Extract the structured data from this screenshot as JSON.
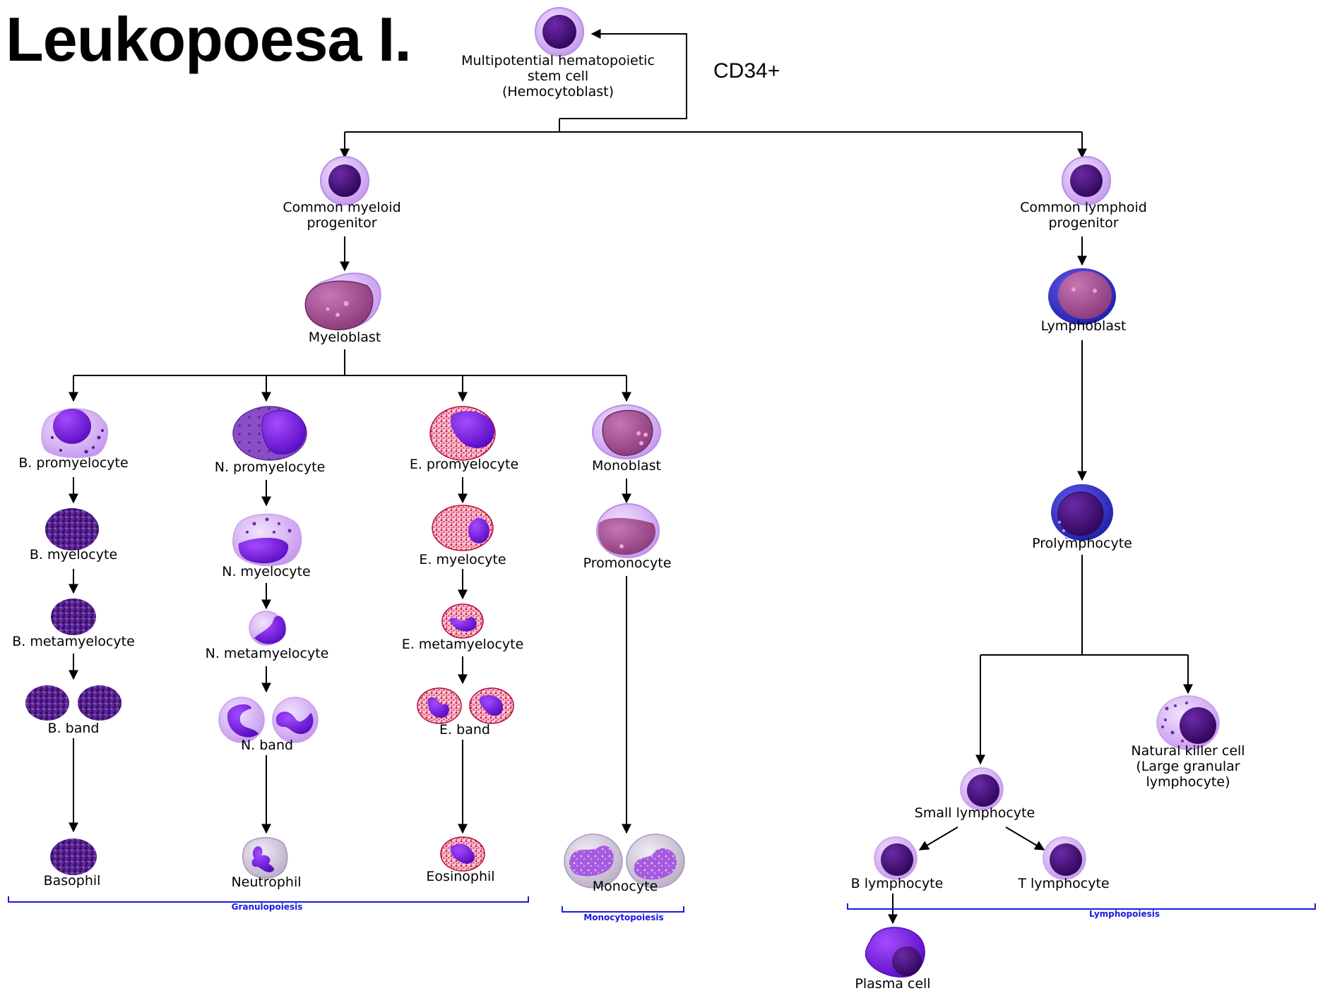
{
  "title": "Leukopoesa I.",
  "marker": "CD34+",
  "cells": {
    "hsc": "Multipotential hematopoietic\nstem cell\n(Hemocytoblast)",
    "cmp": "Common myeloid\nprogenitor",
    "clp": "Common lymphoid\nprogenitor",
    "myeloblast": "Myeloblast",
    "lymphoblast": "Lymphoblast",
    "b_promyelocyte": "B. promyelocyte",
    "n_promyelocyte": "N. promyelocyte",
    "e_promyelocyte": "E. promyelocyte",
    "monoblast": "Monoblast",
    "b_myelocyte": "B. myelocyte",
    "n_myelocyte": "N. myelocyte",
    "e_myelocyte": "E. myelocyte",
    "promonocyte": "Promonocyte",
    "b_metamyelocyte": "B. metamyelocyte",
    "n_metamyelocyte": "N. metamyelocyte",
    "e_metamyelocyte": "E. metamyelocyte",
    "b_band": "B. band",
    "n_band": "N. band",
    "e_band": "E. band",
    "basophil": "Basophil",
    "neutrophil": "Neutrophil",
    "eosinophil": "Eosinophil",
    "monocyte": "Monocyte",
    "prolymphocyte": "Prolymphocyte",
    "nk_cell": "Natural killer cell\n(Large granular lymphocyte)",
    "small_lymphocyte": "Small lymphocyte",
    "b_lymphocyte": "B lymphocyte",
    "t_lymphocyte": "T lymphocyte",
    "plasma_cell": "Plasma cell"
  },
  "groups": {
    "granulopoiesis": "Granulopoiesis",
    "monocytopoiesis": "Monocytopoiesis",
    "lymphopoiesis": "Lymphopoiesis"
  },
  "colors": {
    "cytoplasm_light": "#d9b8f5",
    "nucleus_dark": "#3d0a6e",
    "nucleus_violet": "#7a14e6",
    "blast_mauve": "#a4508f",
    "basophil_granule": "#3a0d5e",
    "eosinophil_granule": "#d8204e",
    "lymphoblast_rim": "#2a2ec0",
    "group_bracket": "#1a1ae0"
  }
}
